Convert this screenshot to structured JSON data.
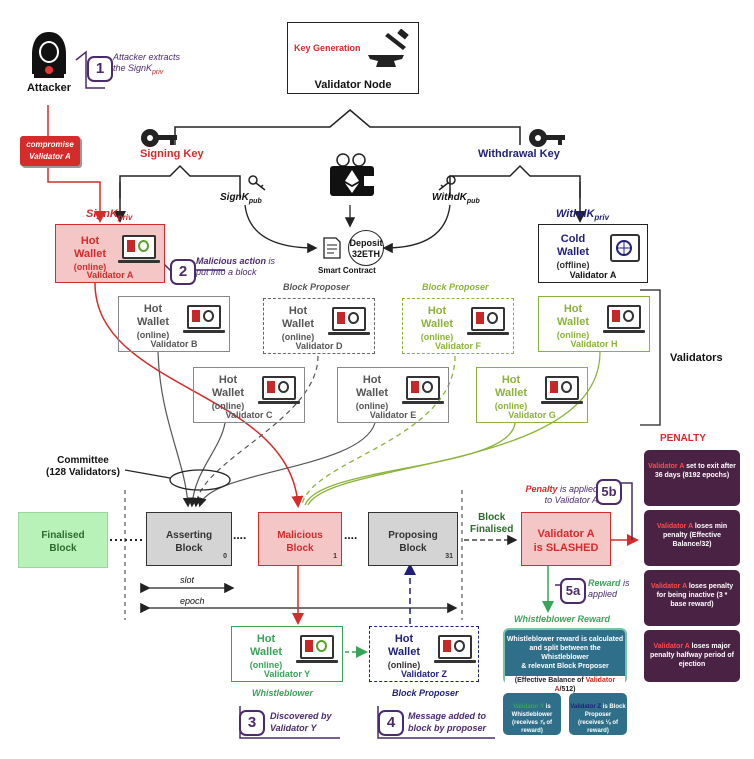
{
  "attacker": {
    "label": "Attacker",
    "compromise": "compromise Validator A"
  },
  "step1": {
    "num": "1",
    "text_a": "Attacker extracts",
    "text_b": "the SignK",
    "sub": "priv"
  },
  "keygen": {
    "title": "Key Generation",
    "node": "Validator Node"
  },
  "signing_key": "Signing Key",
  "withdrawal_key": "Withdrawal Key",
  "signk_pub": {
    "main": "SignK",
    "sub": "pub"
  },
  "withdk_pub": {
    "main": "WithdK",
    "sub": "pub"
  },
  "signk_priv": {
    "main": "SignK",
    "sub": "priv"
  },
  "withdk_priv": {
    "main": "WithdK",
    "sub": "priv"
  },
  "deposit": {
    "line1": "Deposit",
    "line2": "32ETH",
    "contract": "Smart Contract"
  },
  "validator_a_hot": {
    "l1": "Hot",
    "l2": "Wallet",
    "l3": "(online)",
    "name": "Validator A"
  },
  "validator_a_cold": {
    "l1": "Cold",
    "l2": "Wallet",
    "l3": "(offline)",
    "name": "Validator A"
  },
  "step2": {
    "num": "2",
    "text_a": "Malicious action",
    "text_b": "is",
    "text_c": "put into a block"
  },
  "block_proposer_d": "Block Proposer",
  "block_proposer_f": "Block Proposer",
  "wallets": [
    {
      "l1": "Hot",
      "l2": "Wallet",
      "l3": "(online)",
      "name": "Validator B"
    },
    {
      "l1": "Hot",
      "l2": "Wallet",
      "l3": "(online)",
      "name": "Validator D"
    },
    {
      "l1": "Hot",
      "l2": "Wallet",
      "l3": "(online)",
      "name": "Validator F"
    },
    {
      "l1": "Hot",
      "l2": "Wallet",
      "l3": "(online)",
      "name": "Validator H"
    },
    {
      "l1": "Hot",
      "l2": "Wallet",
      "l3": "(online)",
      "name": "Validator C"
    },
    {
      "l1": "Hot",
      "l2": "Wallet",
      "l3": "(online)",
      "name": "Validator E"
    },
    {
      "l1": "Hot",
      "l2": "Wallet",
      "l3": "(online)",
      "name": "Validator G"
    }
  ],
  "validators_label": "Validators",
  "committee": {
    "l1": "Committee",
    "l2": "(128 Validators)"
  },
  "blocks": {
    "finalised": {
      "l1": "Finalised",
      "l2": "Block"
    },
    "asserting": {
      "l1": "Asserting",
      "l2": "Block",
      "idx": "0"
    },
    "malicious": {
      "l1": "Malicious",
      "l2": "Block",
      "idx": "1"
    },
    "proposing": {
      "l1": "Proposing",
      "l2": "Block",
      "idx": "31"
    },
    "dots": "...."
  },
  "block_finalised": {
    "l1": "Block",
    "l2": "Finalised"
  },
  "slashed": {
    "l1": "Validator A",
    "l2": "is SLASHED"
  },
  "slot": "slot",
  "epoch": "epoch",
  "step5b": {
    "num": "5b",
    "text_a": "Penalty",
    "text_b": "is applied",
    "text_c": "to Validator A"
  },
  "step5a": {
    "num": "5a",
    "text_a": "Reward",
    "text_b": "is",
    "text_c": "applied"
  },
  "whistleblower_reward": "Whistleblower Reward",
  "wb_box": {
    "line1": "Whistleblower reward is calculated",
    "line2": "and split between the Whistleblower",
    "line3": "& relevant Block Proposer",
    "line4a": "(Effective Balance of",
    "line4b": "Validator A",
    "line4c": "/512)"
  },
  "wb_split": [
    {
      "who": "Validator Y",
      "rest": "is Whistleblower",
      "share": "(receives ⅞ of reward)"
    },
    {
      "who": "Validator Z",
      "rest": "is Block Proposer",
      "share": "(receives ⅛ of reward)"
    }
  ],
  "penalty": {
    "title": "PENALTY",
    "cards": [
      {
        "who": "Validator A",
        "rest": "set to exit after 36 days (8192 epochs)"
      },
      {
        "who": "Validator A",
        "rest": "loses min penalty (Effective Balance/32)"
      },
      {
        "who": "Validator A",
        "rest": "loses penalty for being inactive (3 * base reward)"
      },
      {
        "who": "Validator A",
        "rest": "loses major penalty halfway period of ejection"
      }
    ]
  },
  "validator_y": {
    "l1": "Hot",
    "l2": "Wallet",
    "l3": "(online)",
    "name": "Validator Y",
    "role": "Whistleblower"
  },
  "validator_z": {
    "l1": "Hot",
    "l2": "Wallet",
    "l3": "(online)",
    "name": "Validator Z",
    "role": "Block Proposer"
  },
  "step3": {
    "num": "3",
    "text_a": "Discovered by",
    "text_b": "Validator Y"
  },
  "step4": {
    "num": "4",
    "text_a": "Message added to",
    "text_b": "block by proposer"
  }
}
